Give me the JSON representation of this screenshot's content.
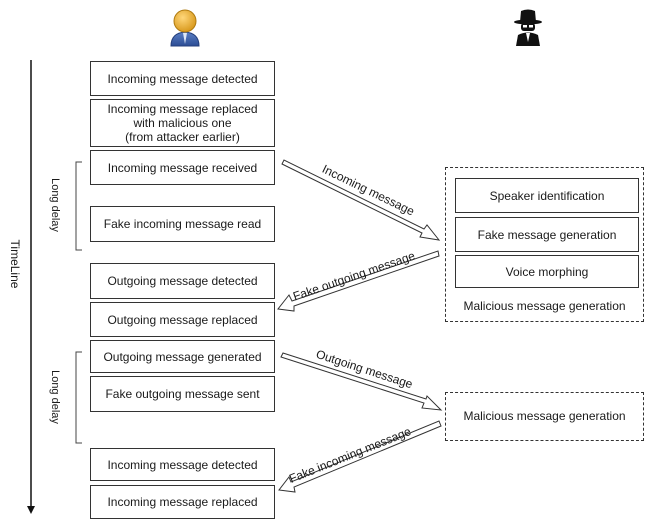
{
  "timeline_label": "TimeLine",
  "delays": [
    "Long delay",
    "Long delay"
  ],
  "victim_steps": [
    "Incoming message detected",
    "Incoming message replaced\nwith malicious one\n(from attacker earlier)",
    "Incoming message received",
    "Fake incoming message read",
    "Outgoing message detected",
    "Outgoing message replaced",
    "Outgoing message generated",
    "Fake outgoing message sent",
    "Incoming message detected",
    "Incoming message replaced"
  ],
  "attacker_steps": [
    "Speaker identification",
    "Fake message generation",
    "Voice morphing"
  ],
  "attacker_group_labels": [
    "Malicious message generation",
    "Malicious message generation"
  ],
  "arrow_labels": [
    "Incoming message",
    "Fake outgoing message",
    "Outgoing message",
    "Fake incoming message"
  ],
  "icons": {
    "victim": "user-icon",
    "attacker": "spy-icon"
  }
}
